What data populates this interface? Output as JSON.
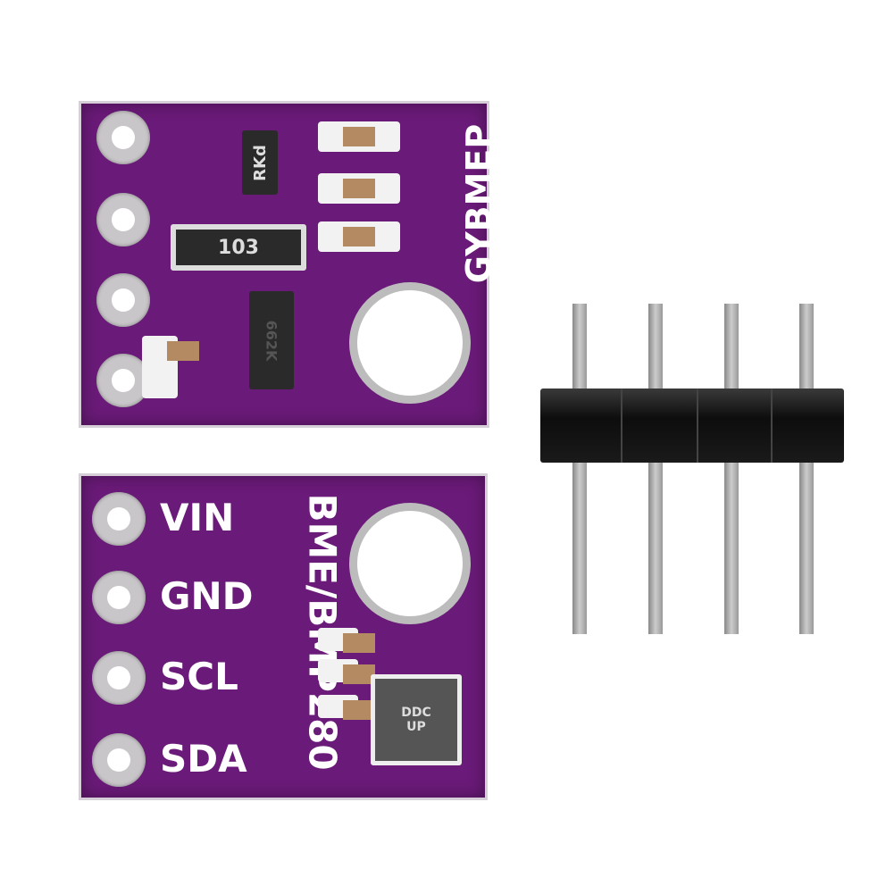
{
  "top_board": {
    "model_text": "GYBMEP",
    "resistor_network": "103",
    "ic_marking": "RKd",
    "regulator_marking": "662K"
  },
  "bottom_board": {
    "pin_labels": [
      "VIN",
      "GND",
      "SCL",
      "SDA"
    ],
    "title": "BME/BMP280",
    "sensor_marking": [
      "DDC",
      "UP"
    ]
  },
  "colors": {
    "pcb": "#6a1a78",
    "silkscreen": "#ffffff",
    "header": "#111111",
    "pins": "#b0b0b0"
  }
}
